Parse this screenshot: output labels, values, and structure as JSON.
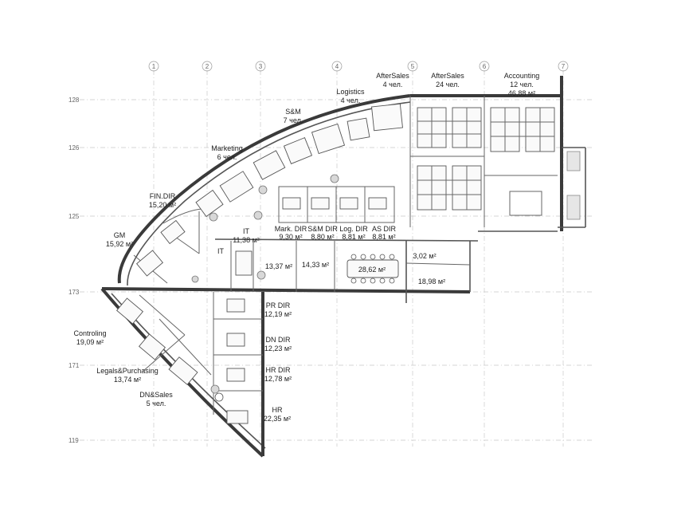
{
  "axes": {
    "columns": [
      "1",
      "2",
      "3",
      "4",
      "5",
      "6",
      "7"
    ],
    "rows": [
      "128",
      "126",
      "125",
      "173",
      "171",
      "119"
    ]
  },
  "rooms": {
    "aftersales_small": {
      "name": "AfterSales",
      "info": "4 чел."
    },
    "aftersales_large": {
      "name": "AfterSales",
      "info": "24 чел."
    },
    "accounting": {
      "name": "Accounting",
      "info": "12 чел.",
      "area": "46,88 м²"
    },
    "logistics": {
      "name": "Logistics",
      "info": "4 чел."
    },
    "sm": {
      "name": "S&M",
      "info": "7 чел."
    },
    "marketing": {
      "name": "Marketing",
      "info": "6 чел."
    },
    "fin_dir": {
      "name": "FIN.DIR",
      "area": "15,20 м²"
    },
    "gm": {
      "name": "GM",
      "area": "15,92 м²"
    },
    "it_room": {
      "name": "IT",
      "area": "11,38 м²"
    },
    "it_small": {
      "name": "IT"
    },
    "mark_dir": {
      "name": "Mark. DIR",
      "area": "9,30 м²"
    },
    "sm_dir": {
      "name": "S&M DIR",
      "area": "8,80 м²"
    },
    "log_dir": {
      "name": "Log. DIR",
      "area": "8,81 м²"
    },
    "as_dir": {
      "name": "AS DIR",
      "area": "8,81 м²"
    },
    "room_1337": {
      "area": "13,37 м²"
    },
    "room_1433": {
      "area": "14,33 м²"
    },
    "meeting": {
      "area": "28,62 м²"
    },
    "room_302": {
      "area": "3,02 м²"
    },
    "room_1898": {
      "area": "18,98 м²"
    },
    "pr_dir": {
      "name": "PR DIR",
      "area": "12,19 м²"
    },
    "dn_dir": {
      "name": "DN DIR",
      "area": "12,23 м²"
    },
    "hr_dir": {
      "name": "HR DIR",
      "area": "12,78 м²"
    },
    "hr": {
      "name": "HR",
      "area": "22,35 м²"
    },
    "controling": {
      "name": "Controling",
      "area": "19,09 м²"
    },
    "legals": {
      "name": "Legals&Purchasing",
      "area": "13,74 м²"
    },
    "dn_sales": {
      "name": "DN&Sales",
      "info": "5 чел."
    }
  }
}
